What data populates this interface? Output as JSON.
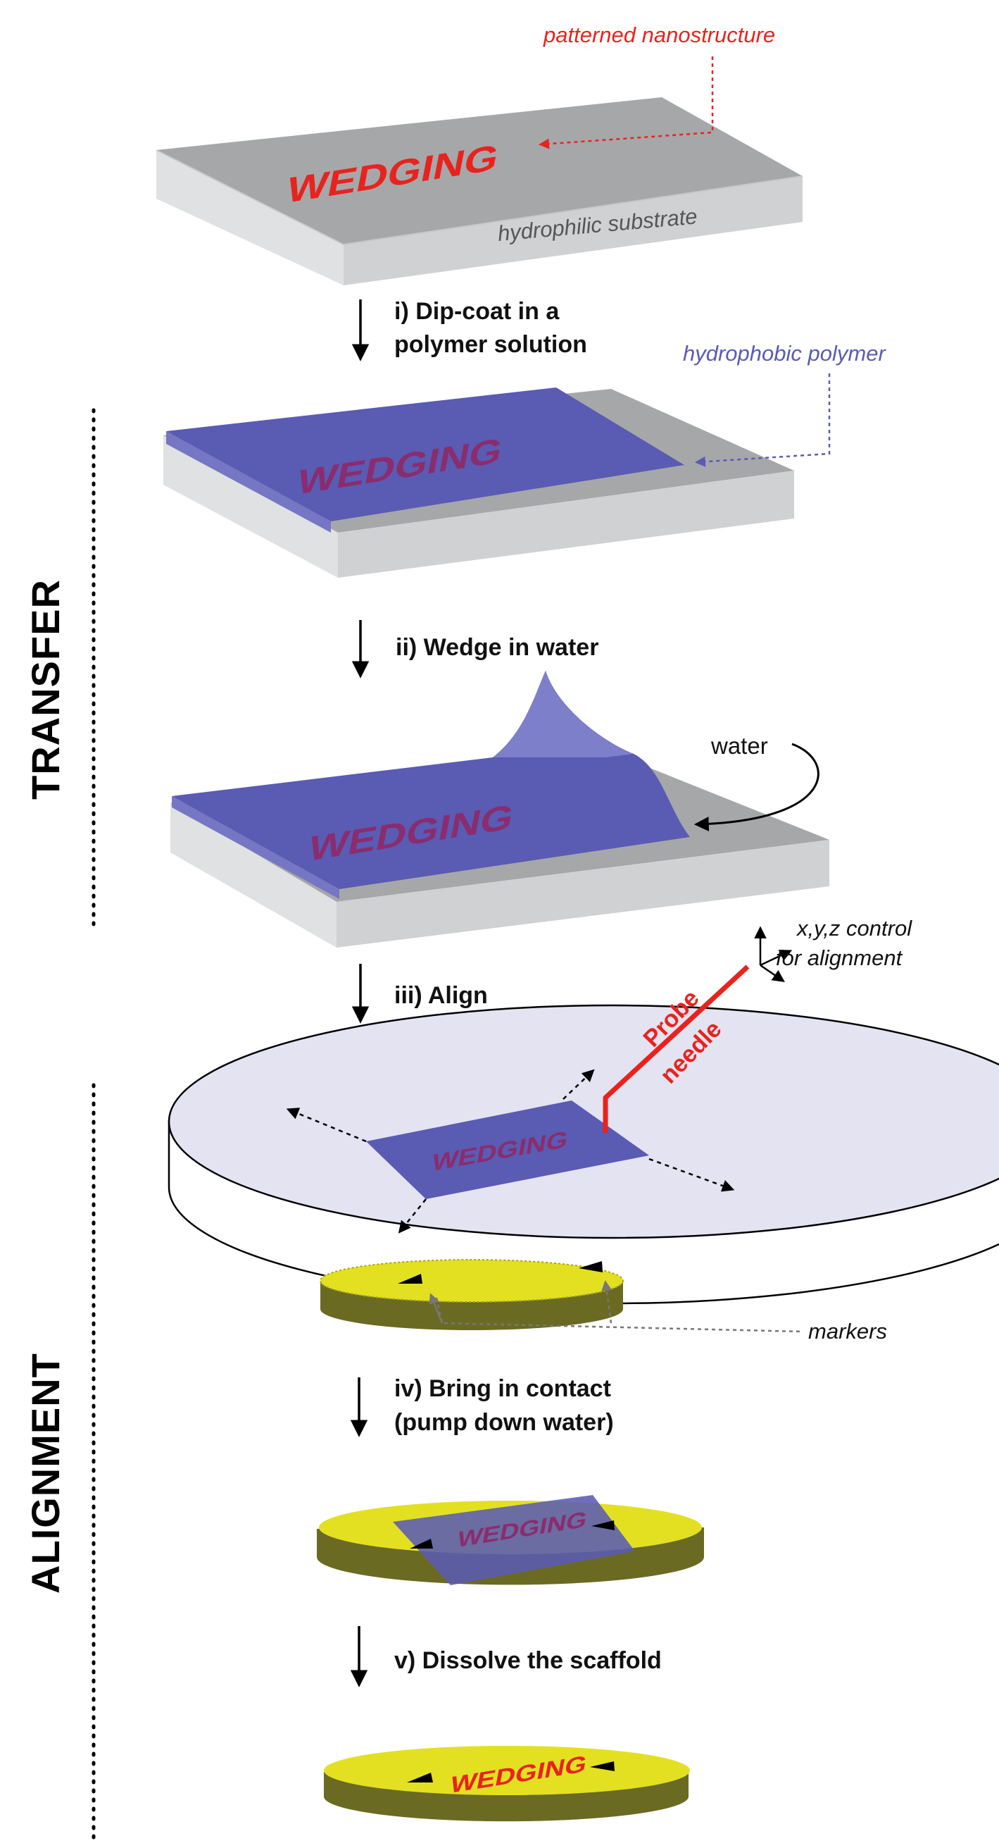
{
  "labels": {
    "patterned_nanostructure": "patterned nanostructure",
    "hydrophilic_substrate": "hydrophilic substrate",
    "hydrophobic_polymer": "hydrophobic polymer",
    "water": "water",
    "xyz_control_line1": "x,y,z control",
    "xyz_control_line2": "for alignment",
    "probe": "Probe",
    "needle": "needle",
    "markers": "markers",
    "wedging": "WEDGING"
  },
  "steps": {
    "step1_line1": "i) Dip-coat in a",
    "step1_line2": "polymer solution",
    "step2": "ii) Wedge in water",
    "step3": "iii) Align",
    "step4_line1": "iv) Bring in contact",
    "step4_line2": "(pump down water)",
    "step5": "v) Dissolve the scaffold"
  },
  "sections": {
    "transfer": "TRANSFER",
    "alignment": "ALIGNMENT"
  },
  "colors": {
    "red": "#e8231e",
    "polymer": "#5a5bb3",
    "polymer_text": "#8a2c6e",
    "polymer_label": "#5a5bb3",
    "substrate_top": "#a6a7a9",
    "substrate_side": "#d5d6d8",
    "dish_top": "#e4e3f1",
    "scaffold_top": "#e3e022",
    "scaffold_side": "#6b6a22"
  }
}
